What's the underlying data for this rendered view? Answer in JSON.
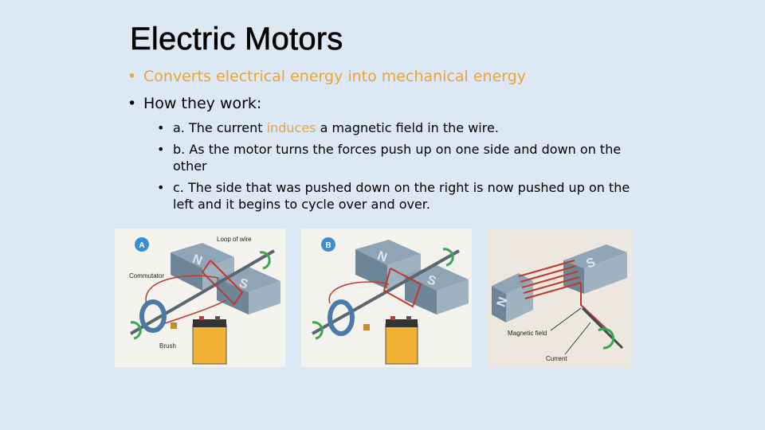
{
  "slide": {
    "title": "Electric Motors",
    "bullets": [
      {
        "text": "Converts electrical energy into mechanical energy",
        "color": "#e9a43a"
      },
      {
        "text": "How they work:"
      }
    ],
    "sub_bullets": {
      "a": {
        "pre": "a. The current ",
        "highlight": "induces",
        "post": " a magnetic field in the wire."
      },
      "b": "b. As the motor turns the forces push up on one side and down on the other",
      "c": "c. The side that was pushed down on the right is now pushed up on the left and it begins to cycle over and over."
    },
    "bullet_char": "•",
    "accent_color": "#e9a43a",
    "background_color": "#dde8f5"
  },
  "figures": {
    "a": {
      "badge": "A",
      "labels": {
        "loop": "Loop of wire",
        "commutator": "Commutator",
        "brush": "Brush"
      },
      "magnet_north": "N",
      "magnet_south": "S"
    },
    "b": {
      "badge": "B",
      "magnet_north": "N",
      "magnet_south": "S"
    },
    "c": {
      "labels": {
        "field": "Magnetic field",
        "current": "Current"
      },
      "magnet_north": "N",
      "magnet_south": "S"
    }
  }
}
